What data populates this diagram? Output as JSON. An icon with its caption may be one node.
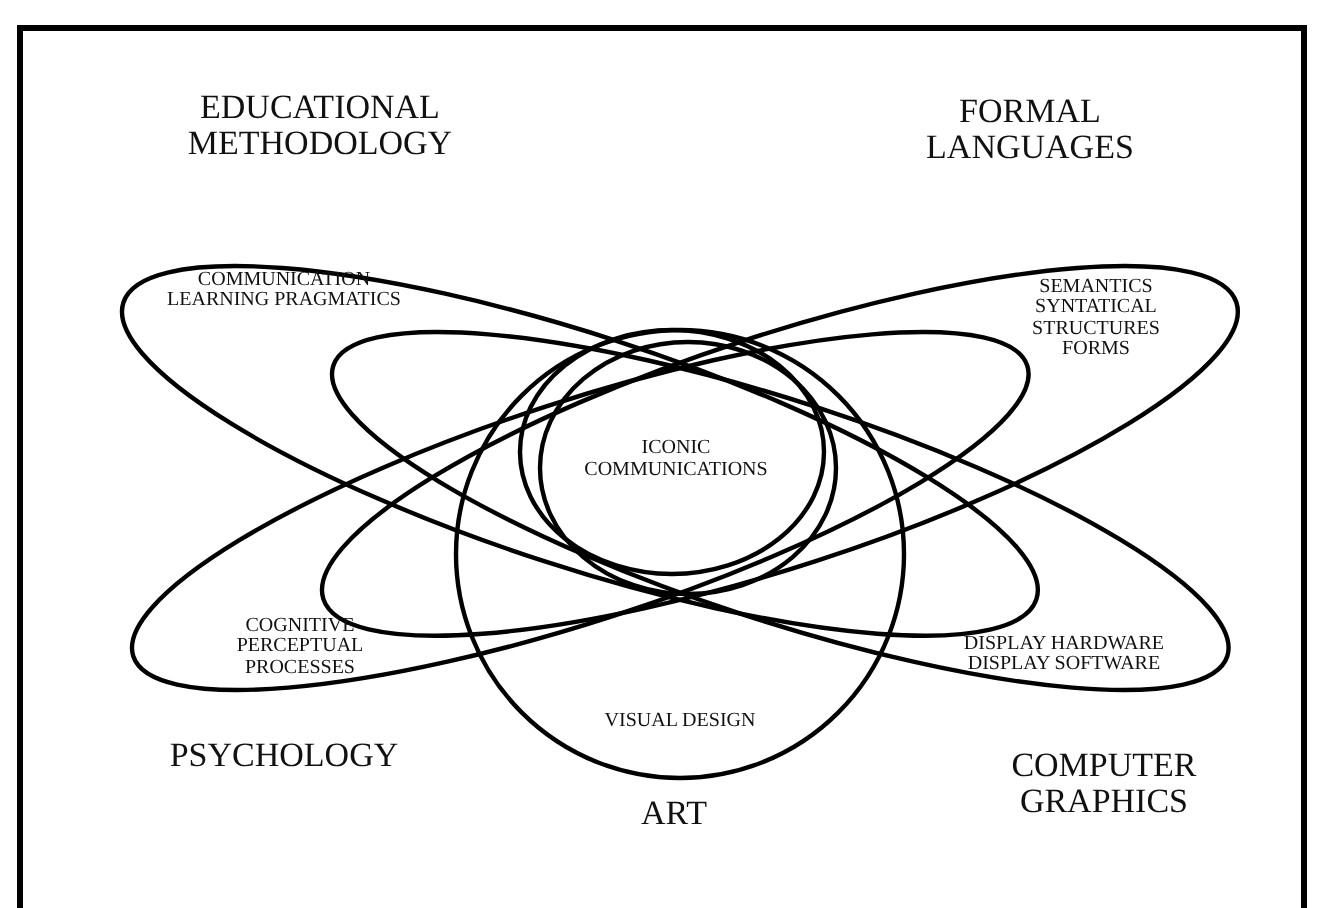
{
  "diagram": {
    "nodes": [
      {
        "text": [
          "EDUCATIONAL METHODOLOGY",
          "COMMUNICATION LEARNING PRAGMATICS"
        ]
      },
      {
        "text": [
          "FORMAL LANGUAGES",
          "SEMANTICS SYNTATICAL STRUCTURES FORMS"
        ]
      },
      {
        "text": [
          "ICONIC COMMUNICATIONS"
        ]
      },
      {
        "text": [
          "COGNITIVE PERCEPTUAL PROCESSES",
          "PSYCHOLOGY"
        ]
      },
      {
        "text": [
          "DISPLAY HARDWARE DISPLAY SOFTWARE",
          "COMPUTER GRAPHICS"
        ]
      },
      {
        "text": [
          "VISUAL DESIGN",
          "ART"
        ]
      }
    ]
  }
}
